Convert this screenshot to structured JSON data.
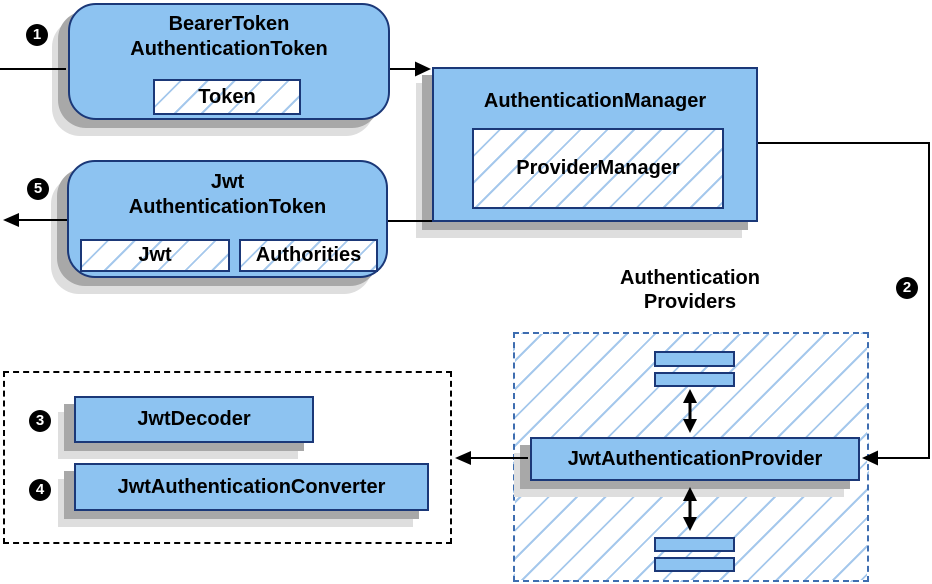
{
  "nodes": {
    "bearer_token": {
      "title_line1": "BearerToken",
      "title_line2": "AuthenticationToken",
      "chip": "Token"
    },
    "authentication_manager": {
      "title": "AuthenticationManager",
      "chip": "ProviderManager"
    },
    "jwt_authentication_token": {
      "title_line1": "Jwt",
      "title_line2": "AuthenticationToken",
      "chip_jwt": "Jwt",
      "chip_authorities": "Authorities"
    },
    "jwt_authentication_provider": {
      "title": "JwtAuthenticationProvider"
    },
    "jwt_decoder": {
      "title": "JwtDecoder"
    },
    "jwt_authentication_converter": {
      "title": "JwtAuthenticationConverter"
    }
  },
  "groups": {
    "authentication_providers": {
      "label_line1": "Authentication",
      "label_line2": "Providers"
    }
  },
  "step_badges": {
    "step1": "1",
    "step2": "2",
    "step3": "3",
    "step4": "4",
    "step5": "5"
  },
  "colors": {
    "node_fill": "#8DC3F1",
    "node_border": "#1B3878",
    "hatch_line": "#A5C8EC",
    "providers_dash_border": "#3E6DB0",
    "decoder_group_border": "#000000",
    "shadow_dark": "#A8A8A8",
    "shadow_light": "#DEDEDE",
    "connector": "#000000",
    "badge_background": "#000000",
    "badge_text": "#FFFFFF"
  }
}
